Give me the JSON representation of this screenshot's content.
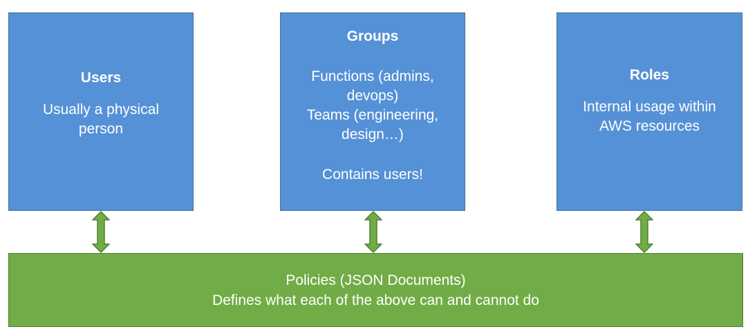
{
  "colors": {
    "box_fill": "#5591d6",
    "box_border": "#41719c",
    "policy_fill": "#71ac47",
    "policy_border": "#507e32",
    "arrow_fill": "#71ac47",
    "arrow_border": "#507e32"
  },
  "users": {
    "title": "Users",
    "desc_line1": "Usually a physical",
    "desc_line2": "person"
  },
  "groups": {
    "title": "Groups",
    "line1": "Functions (admins,",
    "line2": "devops)",
    "line3": "Teams (engineering,",
    "line4": "design…)",
    "line5": "Contains users!"
  },
  "roles": {
    "title": "Roles",
    "desc_line1": "Internal usage within",
    "desc_line2": "AWS resources"
  },
  "policies": {
    "line1": "Policies (JSON Documents)",
    "line2": "Defines what each of the above can and cannot do"
  }
}
